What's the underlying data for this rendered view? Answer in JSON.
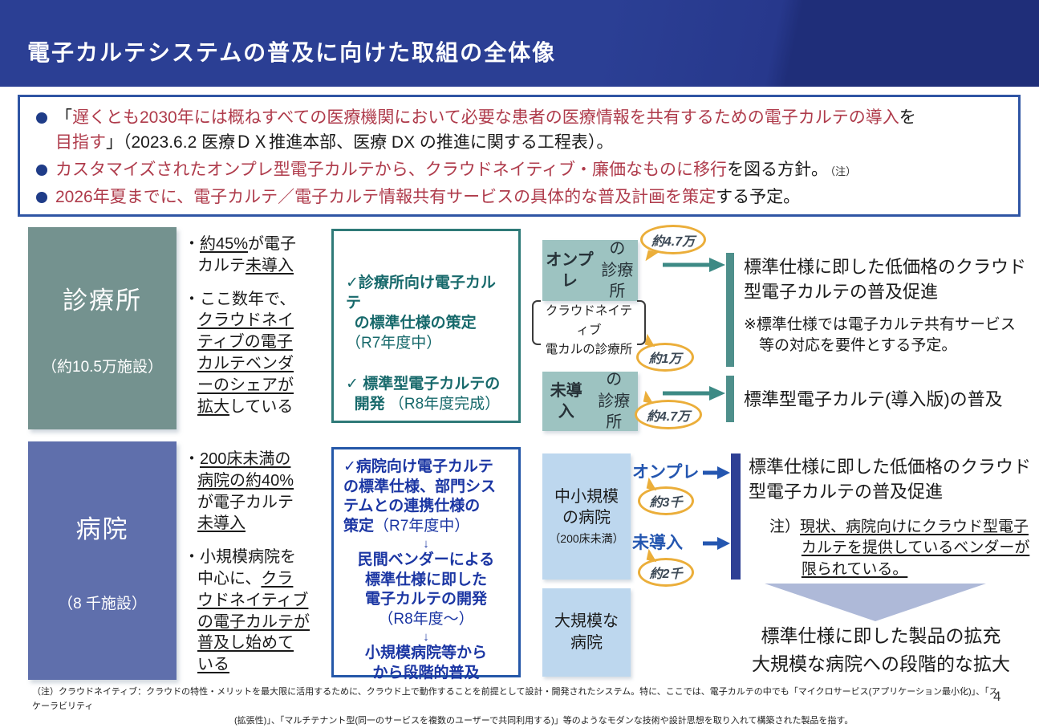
{
  "page": {
    "title": "電子カルテシステムの普及に向けた取組の全体像",
    "page_number": "4"
  },
  "colors": {
    "header_navy": "#2B3F94",
    "accent_red": "#AF3B4B",
    "bullet_navy": "#1F3C88",
    "clinic_box": "#74928F",
    "clinic_flow_box": "#9DC3C1",
    "clinic_teal": "#2F7A78",
    "hospital_box": "#5F6FAC",
    "hospital_flow_box": "#BDD7EE",
    "hospital_blue": "#2457A8",
    "flow_label_blue": "#2456B0",
    "bubble_gold": "#EBAE3A",
    "triangle_periwinkle": "#AEB9D8",
    "outcome_bar_teal": "#4E8F8B",
    "outcome_bar_navy": "#2E3F94"
  },
  "summary": {
    "bullets": [
      {
        "segments": [
          [
            "「",
            ""
          ],
          [
            "遅くとも2030年には概ねすべての医療機関において必要な患者の医療情報を共有するための電子カルテの導入",
            "r"
          ],
          [
            "を\n",
            ""
          ],
          [
            "目指す",
            "r"
          ],
          [
            "」（2023.6.2 医療ＤＸ推進本部、医療 DX の推進に関する工程表）。",
            ""
          ]
        ]
      },
      {
        "segments": [
          [
            "カスタマイズされたオンプレ型電子カルテから、クラウドネイティブ・廉価なものに移行",
            "r"
          ],
          [
            "を図る方針。",
            ""
          ],
          [
            "　（注）",
            "sm"
          ]
        ]
      },
      {
        "segments": [
          [
            "2026年夏までに、電子カルテ／電子カルテ情報共有サービスの具体的な普及計画を策定",
            "r"
          ],
          [
            "する予定。",
            ""
          ]
        ]
      }
    ]
  },
  "clinic": {
    "entity": {
      "name": "診療所",
      "count": "（約10.5万施設）"
    },
    "bullets": [
      {
        "segments": [
          [
            "・",
            ""
          ],
          [
            "約45%",
            "u"
          ],
          [
            "が電子\nカルテ",
            ""
          ],
          [
            "未導入",
            "u"
          ]
        ]
      },
      {
        "segments": [
          [
            "・ここ数年で、\n",
            ""
          ],
          [
            "クラウドネイ\nティブの電子\nカルテベンダ\nーのシェアが\n拡大",
            "u"
          ],
          [
            "している",
            ""
          ]
        ]
      }
    ],
    "plan": {
      "items": [
        {
          "segments": [
            [
              "✓診療所向け電子カルテ\n  の標準仕様の策定\n",
              "b"
            ],
            [
              "（R7年度中）",
              "rg"
            ]
          ]
        },
        {
          "segments": [
            [
              "✓ 標準型電子カルテの\n  開発 ",
              "b"
            ],
            [
              "（R8年度完成）",
              "rg"
            ]
          ]
        }
      ]
    },
    "flow": {
      "onpre_box": {
        "segments": [
          [
            "オンプレ",
            "b"
          ],
          [
            "の\n診療所",
            ""
          ]
        ]
      },
      "onpre_bubble": "約4.7万",
      "bracket_note": "クラウドネイティブ\n電カルの診療所",
      "cloud_bubble": "約1万",
      "notintro_box": {
        "segments": [
          [
            "未導入",
            "b"
          ],
          [
            "の\n診療所",
            ""
          ]
        ]
      },
      "notintro_bubble": "約4.7万"
    },
    "outcomes": [
      {
        "title": "標準仕様に即した低価格のクラウド\n型電子カルテの普及促進",
        "note": "※標準仕様では電子カルテ共有サービス\n　等の対応を要件とする予定。"
      },
      {
        "title": "標準型電子カルテ(導入版)の普及"
      }
    ]
  },
  "hospital": {
    "entity": {
      "name": "病院",
      "count": "（8 千施設）"
    },
    "bullets": [
      {
        "segments": [
          [
            "・",
            ""
          ],
          [
            "200床未満の\n病院の約40%",
            "u"
          ],
          [
            "\nが電子カルテ\n",
            ""
          ],
          [
            "未導入",
            "u"
          ]
        ]
      },
      {
        "segments": [
          [
            "・小規模病院を\n中心に、",
            ""
          ],
          [
            "クラ\nウドネイティブ\nの電子カルテが\n普及し始めて\nいる",
            "u"
          ]
        ]
      }
    ],
    "plan": {
      "items": [
        {
          "segments": [
            [
              "✓病院向け電子カルテ\nの標準仕様、部門シス\nテムとの連携仕様の\n策定",
              "b"
            ],
            [
              "（R7年度中）",
              "rg"
            ]
          ]
        },
        {
          "segments": [
            [
              "↓",
              ""
            ]
          ]
        },
        {
          "segments": [
            [
              "民間ベンダーによる\n標準仕様に即した\n電子カルテの開発\n",
              "b"
            ],
            [
              "（R8年度～）",
              "rg"
            ]
          ]
        },
        {
          "segments": [
            [
              "↓",
              ""
            ]
          ]
        },
        {
          "segments": [
            [
              "小規模病院等から\nから段階的普及",
              "b"
            ]
          ]
        }
      ]
    },
    "flow": {
      "midsize_box": {
        "name": "中小規模\nの病院",
        "sub": "（200床未満）"
      },
      "onpre_label": "オンプレ",
      "onpre_bubble": "約3千",
      "notintro_label": "未導入",
      "notintro_bubble": "約2千",
      "large_box": {
        "name": "大規模な\n病院"
      }
    },
    "outcomes": [
      {
        "title": "標準仕様に即した低価格のクラウド\n型電子カルテの普及促進",
        "note_segments": [
          [
            "注）",
            ""
          ],
          [
            "現状、病院向けにクラウド型電子\nカルテを提供しているベンダーが\n限られている。",
            "u"
          ]
        ]
      }
    ],
    "expansion": "標準仕様に即した製品の拡充\n大規模な病院への段階的な拡大"
  },
  "footer": {
    "note_line1": "（注）クラウドネイティブ：クラウドの特性・メリットを最大限に活用するために、クラウド上で動作することを前提として設計・開発されたシステム。特に、ここでは、電子カルテの中でも「マイクロサービス(アプリケーション最小化)」、「スケーラビリティ",
    "note_line2": "(拡張性)」、「マルチテナント型(同一のサービスを複数のユーザーで共同利用する)」等のようなモダンな技術や設計思想を取り入れて構築された製品を指す。"
  }
}
